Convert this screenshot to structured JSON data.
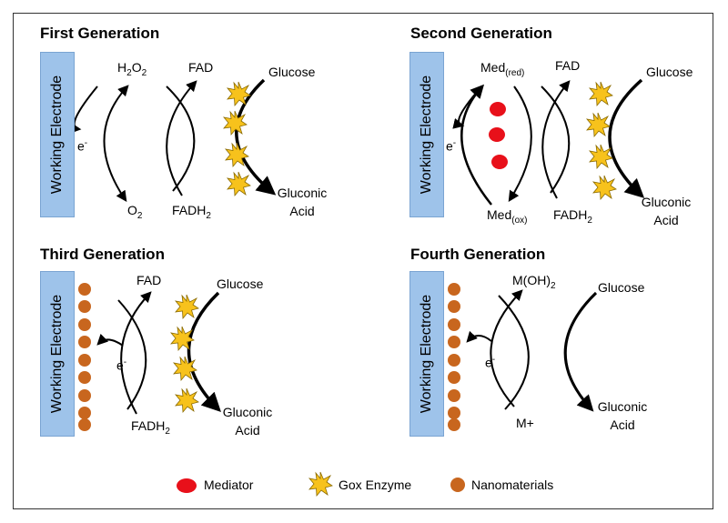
{
  "panels": {
    "first": {
      "title": "First Generation",
      "electrode": "Working Electrode",
      "electron": "e",
      "electron_sup": "-",
      "h2o2_main": "H",
      "h2o2_sub1": "2",
      "h2o2_mid": "O",
      "h2o2_sub2": "2",
      "fad": "FAD",
      "glucose": "Glucose",
      "o2_main": "O",
      "o2_sub": "2",
      "fadh2_main": "FADH",
      "fadh2_sub": "2",
      "gluconic_1": "Gluconic",
      "gluconic_2": "Acid"
    },
    "second": {
      "title": "Second Generation",
      "electrode": "Working Electrode",
      "electron": "e",
      "electron_sup": "-",
      "med_red_main": "Med",
      "med_red_sub": "(red)",
      "fad": "FAD",
      "glucose": "Glucose",
      "med_ox_main": "Med",
      "med_ox_sub": "(ox)",
      "fadh2_main": "FADH",
      "fadh2_sub": "2",
      "gluconic_1": "Gluconic",
      "gluconic_2": "Acid"
    },
    "third": {
      "title": "Third Generation",
      "electrode": "Working Electrode",
      "electron": "e",
      "electron_sup": "-",
      "fad": "FAD",
      "glucose": "Glucose",
      "fadh2_main": "FADH",
      "fadh2_sub": "2",
      "gluconic_1": "Gluconic",
      "gluconic_2": "Acid"
    },
    "fourth": {
      "title": "Fourth Generation",
      "electrode": "Working Electrode",
      "electron": "e",
      "electron_sup": "-",
      "moh2_main": "M(OH)",
      "moh2_sub": "2",
      "glucose": "Glucose",
      "mplus": "M+",
      "gluconic_1": "Gluconic",
      "gluconic_2": "Acid"
    }
  },
  "legend": {
    "mediator": "Mediator",
    "gox": "Gox Enzyme",
    "nano": "Nanomaterials"
  },
  "colors": {
    "electrode": "#9ec3ea",
    "mediator": "#e8101a",
    "enzyme": "#f7c21c",
    "nanomaterial": "#c8661e"
  }
}
